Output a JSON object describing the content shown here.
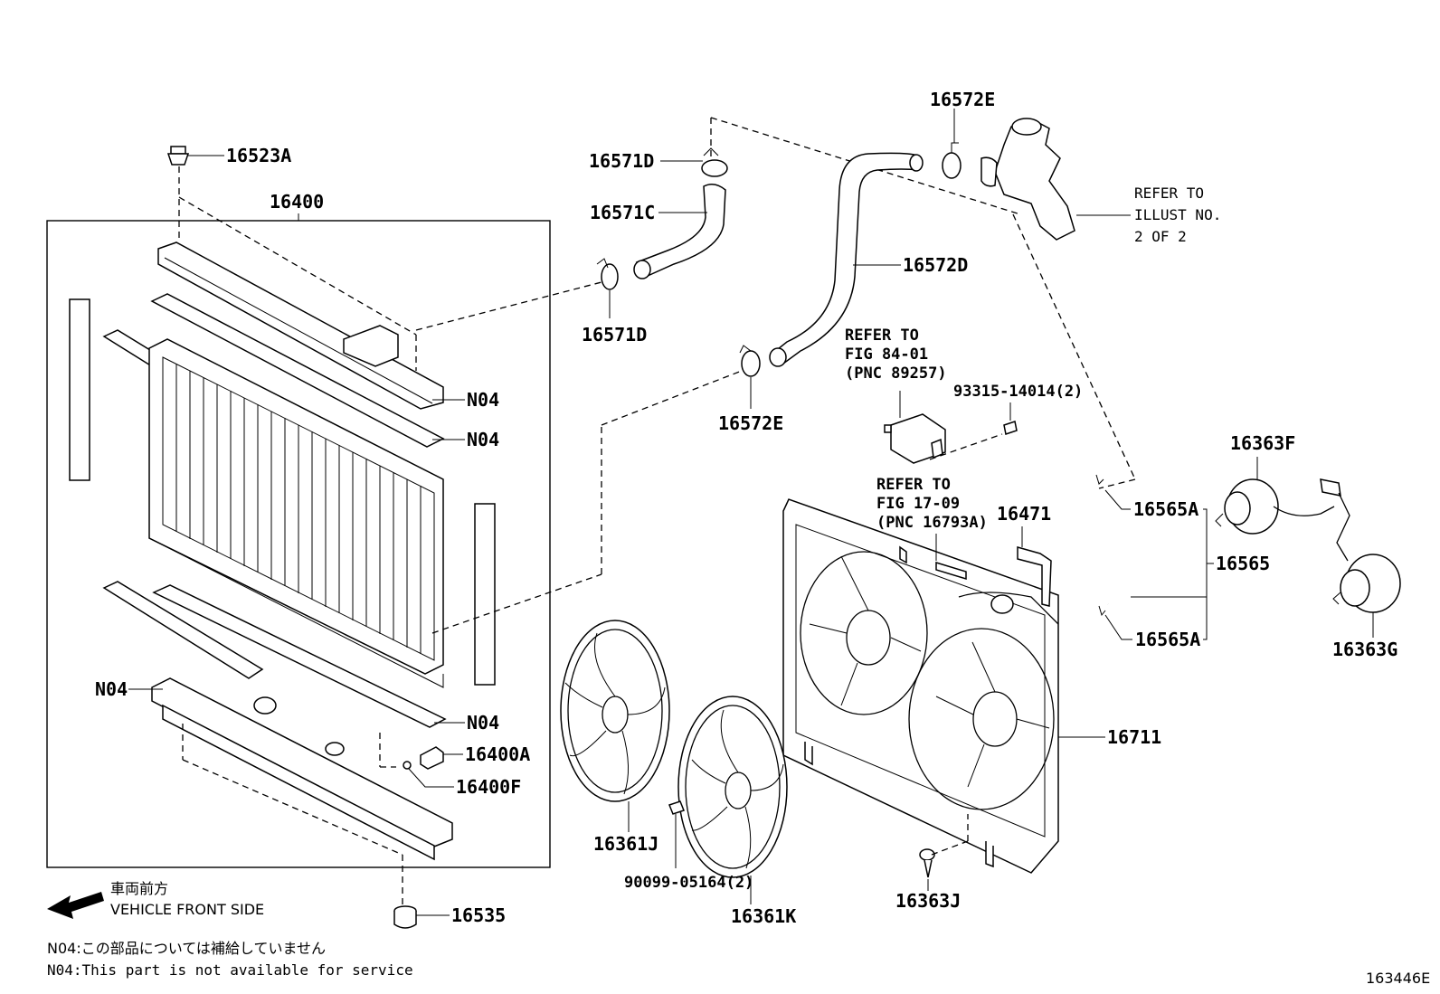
{
  "callouts": {
    "p16523A": "16523A",
    "p16400": "16400",
    "n04_a": "N04",
    "n04_b": "N04",
    "n04_c": "N04",
    "n04_d": "N04",
    "p16400A": "16400A",
    "p16400F": "16400F",
    "p16535": "16535",
    "p16571D_top": "16571D",
    "p16571C": "16571C",
    "p16571D_bot": "16571D",
    "p16572E_top": "16572E",
    "p16572D": "16572D",
    "p16572E_bot": "16572E",
    "p93315": "93315-14014(2)",
    "p16363F": "16363F",
    "p16565A_top": "16565A",
    "p16565": "16565",
    "p16565A_bot": "16565A",
    "p16363G": "16363G",
    "p16471": "16471",
    "p16711": "16711",
    "p16361J": "16361J",
    "p90099": "90099-05164(2)",
    "p16361K": "16361K",
    "p16363J": "16363J"
  },
  "refs": {
    "illust_line1": "REFER TO",
    "illust_line2": "ILLUST NO.",
    "illust_line3": "2 OF 2",
    "fig84_line1": "REFER TO",
    "fig84_line2": "FIG 84-01",
    "fig84_line3": "(PNC 89257)",
    "fig17_line1": "REFER TO",
    "fig17_line2": "FIG 17-09",
    "fig17_line3": "(PNC 16793A)"
  },
  "legend": {
    "front_jp": "車両前方",
    "front_en": "VEHICLE FRONT SIDE",
    "note_jp": "N04:この部品については補給していません",
    "note_en": "N04:This part is not available for service"
  },
  "diagram_id": "163446E"
}
